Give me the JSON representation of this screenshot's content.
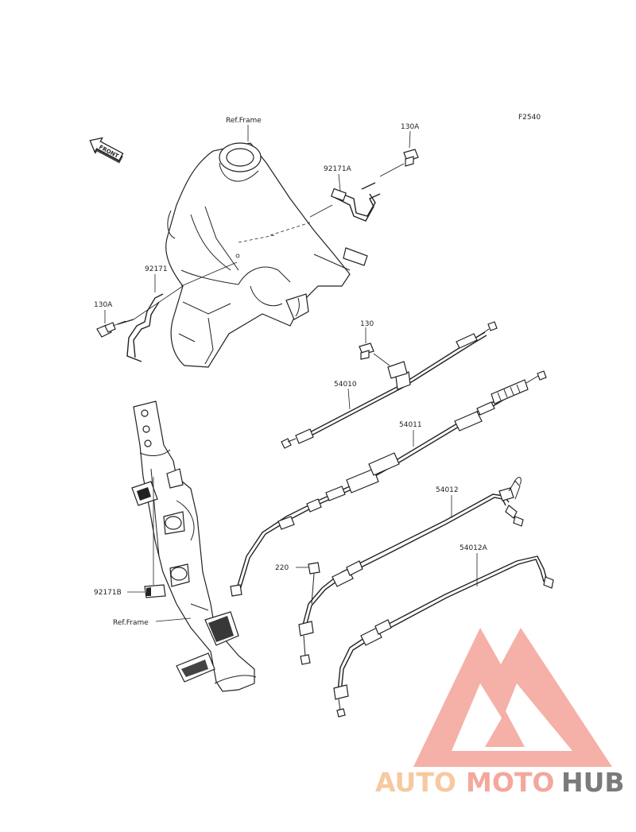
{
  "figure_code": "F2540",
  "front_label": "FRONT",
  "labels": {
    "ref_frame_top": "Ref.Frame",
    "ref_frame_bottom": "Ref.Frame",
    "p130A_top": "130A",
    "p92171A": "92171A",
    "p92171": "92171",
    "p130A_left": "130A",
    "p130": "130",
    "p54010": "54010",
    "p54011": "54011",
    "p54012": "54012",
    "p54012A": "54012A",
    "p220": "220",
    "p92171B": "92171B"
  },
  "watermark": {
    "part1": "AUTO",
    "part2": "MOTO",
    "part3": "HUB",
    "color_light": "#f7c9a0",
    "color_main": "#f4a79d",
    "color_dark": "#7b7b7b"
  }
}
